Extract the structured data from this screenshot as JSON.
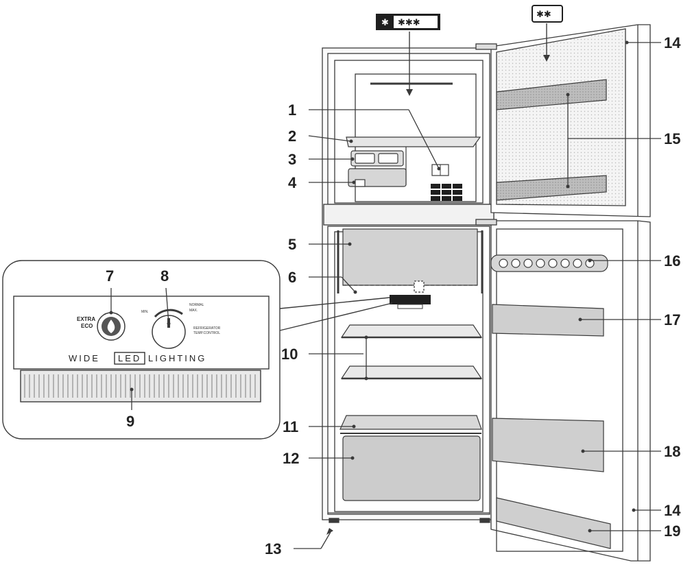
{
  "freezer_rating": {
    "snowflake": "✱",
    "stars": "✱✱✱"
  },
  "freezer_door_rating": "✱✱",
  "control_panel": {
    "extra_eco": [
      "EXTRA",
      "ECO"
    ],
    "dial_min": "MIN.",
    "dial_normal": "NORMAL",
    "dial_max": "MAX.",
    "refrigerator_label": [
      "REFRIGERATOR",
      "TEMP.CONTROL"
    ],
    "wide": "WIDE",
    "led": "LED",
    "lighting": "LIGHTING"
  },
  "callouts": {
    "n1": "1",
    "n2": "2",
    "n3": "3",
    "n4": "4",
    "n5": "5",
    "n6": "6",
    "n7": "7",
    "n8": "8",
    "n9": "9",
    "n10": "10",
    "n11": "11",
    "n12": "12",
    "n13": "13",
    "n14a": "14",
    "n14b": "14",
    "n15": "15",
    "n16": "16",
    "n17": "17",
    "n18": "18",
    "n19": "19"
  },
  "colors": {
    "line": "#3a3a3a",
    "light_fill": "#f2f2f2",
    "mid_fill": "#cfcfcf",
    "dark_fill": "#1f1f1f"
  }
}
